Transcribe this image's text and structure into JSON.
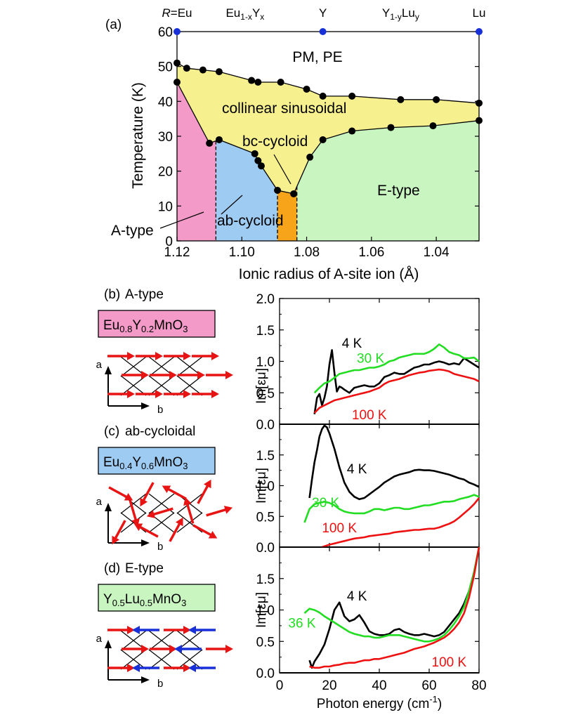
{
  "panel_a": {
    "label": "(a)",
    "top_labels": [
      {
        "x": 1.12,
        "parts": [
          {
            "t": "R",
            "it": true
          },
          {
            "t": "=Eu"
          }
        ]
      },
      {
        "x": 1.099,
        "parts": [
          {
            "t": "Eu"
          },
          {
            "t": "1-x",
            "sub": true
          },
          {
            "t": "Y"
          },
          {
            "t": "x",
            "sub": true
          }
        ]
      },
      {
        "x": 1.075,
        "parts": [
          {
            "t": "Y"
          }
        ]
      },
      {
        "x": 1.051,
        "parts": [
          {
            "t": "Y"
          },
          {
            "t": "1-y",
            "sub": true
          },
          {
            "t": "Lu"
          },
          {
            "t": "y",
            "sub": true
          }
        ]
      },
      {
        "x": 1.0268,
        "parts": [
          {
            "t": "Lu"
          }
        ]
      }
    ],
    "region_labels": {
      "pm_pe": "PM, PE",
      "collinear": "collinear sinusoidal",
      "bc_cycloid": "bc-cycloid",
      "e_type": "E-type",
      "ab_cycloid": "ab-cycloid",
      "a_type": "A-type"
    },
    "colors": {
      "pm_pe": "#ffffff",
      "collinear": "#f7f08e",
      "a_type": "#f49ac8",
      "ab_cycloid": "#9ecbf2",
      "bc_cycloid": "#f7a41a",
      "e_type": "#c9f5c1",
      "marker": "#000000",
      "top_marker": "#1830d8"
    },
    "chart_data": {
      "type": "scatter",
      "xlabel": "Ionic radius of A-site ion (Å)",
      "ylabel": "Temperature (K)",
      "xlim": [
        1.12,
        1.0268
      ],
      "ylim": [
        0,
        60
      ],
      "xticks": [
        1.12,
        1.1,
        1.08,
        1.06,
        1.04
      ],
      "xtick_labels": [
        "1.12",
        "1.10",
        "1.08",
        "1.06",
        "1.04"
      ],
      "yticks": [
        0,
        10,
        20,
        30,
        40,
        50,
        60
      ],
      "upper_transition": [
        [
          1.12,
          51
        ],
        [
          1.117,
          49.5
        ],
        [
          1.112,
          49
        ],
        [
          1.107,
          48.5
        ],
        [
          1.097,
          46
        ],
        [
          1.095,
          45.5
        ],
        [
          1.088,
          45.5
        ],
        [
          1.08,
          43.5
        ],
        [
          1.075,
          41.5
        ],
        [
          1.066,
          41.5
        ],
        [
          1.051,
          40.5
        ],
        [
          1.04,
          40.5
        ],
        [
          1.0268,
          39.5
        ]
      ],
      "lower_transition": [
        [
          1.12,
          45.5
        ],
        [
          1.11,
          28
        ],
        [
          1.107,
          29
        ],
        [
          1.096,
          25
        ],
        [
          1.095,
          23
        ],
        [
          1.094,
          21.5
        ],
        [
          1.089,
          14.5
        ],
        [
          1.084,
          13.5
        ],
        [
          1.079,
          24
        ],
        [
          1.075,
          29
        ],
        [
          1.066,
          31.5
        ],
        [
          1.054,
          32.5
        ],
        [
          1.041,
          33
        ],
        [
          1.0268,
          34.5
        ]
      ],
      "top_markers_x": [
        1.12,
        1.075,
        1.0268
      ],
      "boundaries": {
        "a_ab": 1.108,
        "ab_bc": 1.089,
        "bc_e": 1.083
      }
    }
  },
  "panels": [
    {
      "label": "(b)",
      "type_name": "A-type",
      "formula": [
        {
          "t": "Eu"
        },
        {
          "t": "0.8",
          "sub": true
        },
        {
          "t": "Y"
        },
        {
          "t": "0.2",
          "sub": true
        },
        {
          "t": "MnO"
        },
        {
          "t": "3",
          "sub": true
        }
      ],
      "formula_color": "#f49ac8",
      "axis_a": "a",
      "axis_b": "b",
      "spins": "a_type"
    },
    {
      "label": "(c)",
      "type_name": "ab-cycloidal",
      "formula": [
        {
          "t": "Eu"
        },
        {
          "t": "0.4",
          "sub": true
        },
        {
          "t": "Y"
        },
        {
          "t": "0.6",
          "sub": true
        },
        {
          "t": "MnO"
        },
        {
          "t": "3",
          "sub": true
        }
      ],
      "formula_color": "#9ecbf2",
      "axis_a": "a",
      "axis_b": "b",
      "spins": "ab_cycloid"
    },
    {
      "label": "(d)",
      "type_name": "E-type",
      "formula": [
        {
          "t": "Y"
        },
        {
          "t": "0.5",
          "sub": true
        },
        {
          "t": "Lu"
        },
        {
          "t": "0.5",
          "sub": true
        },
        {
          "t": "MnO"
        },
        {
          "t": "3",
          "sub": true
        }
      ],
      "formula_color": "#c9f5c1",
      "axis_a": "a",
      "axis_b": "b",
      "spins": "e_type"
    }
  ],
  "spectra_axes": {
    "xlabel": "Photon energy (cm",
    "xlabel_sup": "-1",
    "xlabel_end": ")",
    "ylabel": "Im[εμ]",
    "xlim": [
      0,
      80
    ],
    "xticks": [
      0,
      20,
      40,
      60,
      80
    ],
    "colors": {
      "4K": "#000000",
      "30K": "#22dd22",
      "100K": "#ee1111"
    }
  },
  "chart_data": [
    {
      "type": "line",
      "panel": "(b)",
      "xlabel": "Photon energy (cm-1)",
      "ylabel": "Im[εμ]",
      "xlim": [
        0,
        80
      ],
      "ylim": [
        0,
        2.0
      ],
      "yticks": [
        0.0,
        0.5,
        1.0,
        1.5,
        2.0
      ],
      "series": [
        {
          "name": "4 K",
          "color": "#000000",
          "label_pos": [
            25,
            1.22
          ],
          "x": [
            14,
            15,
            16,
            17,
            18,
            19,
            20,
            21,
            22,
            23,
            24,
            25,
            26,
            28,
            30,
            32,
            34,
            36,
            38,
            40,
            42,
            44,
            46,
            48,
            50,
            52,
            54,
            56,
            58,
            60,
            62,
            64,
            66,
            68,
            70,
            72,
            74,
            76,
            78,
            80
          ],
          "y": [
            0.16,
            0.42,
            0.48,
            0.3,
            0.42,
            0.6,
            0.95,
            1.18,
            0.82,
            0.52,
            0.6,
            0.58,
            0.55,
            0.5,
            0.58,
            0.6,
            0.62,
            0.6,
            0.6,
            0.65,
            0.75,
            0.78,
            0.82,
            0.8,
            0.8,
            0.85,
            0.9,
            0.92,
            0.95,
            0.95,
            0.98,
            1.0,
            0.98,
            0.95,
            0.97,
            0.95,
            1.05,
            1.0,
            0.95,
            0.9
          ]
        },
        {
          "name": "30 K",
          "color": "#22dd22",
          "label_pos": [
            31,
            0.98
          ],
          "x": [
            14,
            16,
            18,
            20,
            22,
            24,
            26,
            28,
            30,
            32,
            34,
            36,
            38,
            40,
            42,
            44,
            46,
            48,
            50,
            52,
            54,
            56,
            58,
            60,
            62,
            64,
            66,
            68,
            70,
            72,
            74,
            76,
            78,
            80
          ],
          "y": [
            0.5,
            0.58,
            0.65,
            0.68,
            0.74,
            0.8,
            0.82,
            0.84,
            0.86,
            0.86,
            0.88,
            0.9,
            0.9,
            0.92,
            0.95,
            1.0,
            1.02,
            1.06,
            1.08,
            1.1,
            1.12,
            1.12,
            1.12,
            1.15,
            1.2,
            1.27,
            1.22,
            1.15,
            1.12,
            1.1,
            1.05,
            1.05,
            1.06,
            1.0
          ]
        },
        {
          "name": "100 K",
          "color": "#ee1111",
          "label_pos": [
            29,
            0.08
          ],
          "x": [
            14,
            16,
            18,
            20,
            22,
            24,
            26,
            28,
            30,
            32,
            34,
            36,
            38,
            40,
            42,
            44,
            46,
            48,
            50,
            52,
            54,
            56,
            58,
            60,
            62,
            64,
            66,
            68,
            70,
            72,
            74,
            76,
            78,
            80
          ],
          "y": [
            0.18,
            0.26,
            0.3,
            0.34,
            0.38,
            0.4,
            0.42,
            0.44,
            0.46,
            0.48,
            0.5,
            0.52,
            0.55,
            0.58,
            0.64,
            0.68,
            0.7,
            0.72,
            0.75,
            0.78,
            0.8,
            0.82,
            0.83,
            0.85,
            0.86,
            0.87,
            0.86,
            0.84,
            0.8,
            0.78,
            0.76,
            0.74,
            0.72,
            0.68
          ]
        }
      ]
    },
    {
      "type": "line",
      "panel": "(c)",
      "xlabel": "Photon energy (cm-1)",
      "ylabel": "Im[εμ]",
      "xlim": [
        0,
        80
      ],
      "ylim": [
        0,
        2.0
      ],
      "yticks": [
        0.0,
        0.5,
        1.0,
        1.5
      ],
      "series": [
        {
          "name": "4 K",
          "color": "#000000",
          "label_pos": [
            27,
            1.2
          ],
          "x": [
            12,
            13,
            14,
            15,
            16,
            17,
            18,
            19,
            20,
            22,
            24,
            26,
            28,
            30,
            32,
            34,
            36,
            38,
            40,
            42,
            44,
            46,
            48,
            50,
            52,
            54,
            56,
            58,
            60,
            62,
            64,
            66,
            68,
            70,
            72,
            74,
            76,
            78,
            80
          ],
          "y": [
            0.8,
            1.1,
            1.38,
            1.58,
            1.8,
            1.92,
            1.98,
            1.95,
            1.85,
            1.6,
            1.3,
            1.05,
            0.9,
            0.82,
            0.78,
            0.8,
            0.86,
            0.92,
            0.98,
            1.05,
            1.1,
            1.15,
            1.18,
            1.2,
            1.22,
            1.25,
            1.26,
            1.25,
            1.25,
            1.24,
            1.22,
            1.2,
            1.18,
            1.15,
            1.12,
            1.1,
            1.05,
            1.02,
            0.98
          ]
        },
        {
          "name": "30 K",
          "color": "#22dd22",
          "label_pos": [
            13,
            0.65
          ],
          "x": [
            10,
            12,
            14,
            16,
            18,
            20,
            22,
            24,
            26,
            28,
            30,
            32,
            34,
            36,
            38,
            40,
            42,
            44,
            46,
            48,
            50,
            52,
            54,
            56,
            58,
            60,
            62,
            64,
            66,
            68,
            70,
            72,
            74,
            76,
            78,
            80
          ],
          "y": [
            0.4,
            0.62,
            0.7,
            0.72,
            0.74,
            0.72,
            0.68,
            0.62,
            0.58,
            0.56,
            0.55,
            0.55,
            0.55,
            0.58,
            0.62,
            0.62,
            0.6,
            0.62,
            0.64,
            0.64,
            0.62,
            0.62,
            0.64,
            0.66,
            0.68,
            0.68,
            0.7,
            0.72,
            0.74,
            0.74,
            0.75,
            0.78,
            0.8,
            0.82,
            0.85,
            0.82
          ]
        },
        {
          "name": "100 K",
          "color": "#ee1111",
          "label_pos": [
            17,
            0.24
          ],
          "x": [
            17,
            20,
            22,
            24,
            26,
            28,
            30,
            32,
            34,
            36,
            38,
            40,
            42,
            44,
            46,
            48,
            50,
            52,
            54,
            56,
            58,
            60,
            62,
            64,
            66,
            68,
            70,
            72,
            74,
            76,
            78,
            80
          ],
          "y": [
            0.0,
            0.04,
            0.06,
            0.08,
            0.1,
            0.12,
            0.14,
            0.15,
            0.16,
            0.18,
            0.19,
            0.2,
            0.21,
            0.22,
            0.24,
            0.25,
            0.26,
            0.27,
            0.28,
            0.28,
            0.29,
            0.3,
            0.3,
            0.32,
            0.35,
            0.38,
            0.42,
            0.48,
            0.55,
            0.62,
            0.7,
            0.8
          ]
        }
      ]
    },
    {
      "type": "line",
      "panel": "(d)",
      "xlabel": "Photon energy (cm-1)",
      "ylabel": "Im[εμ]",
      "xlim": [
        0,
        80
      ],
      "ylim": [
        0,
        2.0
      ],
      "yticks": [
        0.0,
        0.5,
        1.0,
        1.5
      ],
      "series": [
        {
          "name": "4 K",
          "color": "#000000",
          "label_pos": [
            27,
            1.15
          ],
          "x": [
            12,
            13,
            14,
            16,
            18,
            20,
            22,
            24,
            26,
            28,
            30,
            32,
            34,
            36,
            38,
            40,
            42,
            44,
            46,
            48,
            50,
            52,
            54,
            56,
            58,
            60,
            62,
            64,
            66,
            68,
            70,
            72,
            74,
            76,
            78,
            80
          ],
          "y": [
            0.2,
            0.08,
            0.18,
            0.3,
            0.45,
            0.7,
            1.0,
            1.12,
            0.9,
            0.82,
            0.85,
            0.92,
            0.8,
            0.66,
            0.62,
            0.6,
            0.6,
            0.62,
            0.68,
            0.7,
            0.65,
            0.62,
            0.6,
            0.6,
            0.62,
            0.6,
            0.58,
            0.6,
            0.65,
            0.75,
            0.85,
            0.95,
            1.1,
            1.3,
            1.6,
            2.0
          ]
        },
        {
          "name": "36 K",
          "color": "#22dd22",
          "label_pos": [
            3.5,
            0.72
          ],
          "x": [
            10,
            12,
            14,
            16,
            18,
            20,
            22,
            24,
            26,
            28,
            30,
            32,
            34,
            36,
            38,
            40,
            42,
            44,
            46,
            48,
            50,
            52,
            54,
            56,
            58,
            60,
            62,
            64,
            66,
            68,
            70,
            72,
            74,
            76,
            78,
            80
          ],
          "y": [
            0.95,
            1.02,
            1.0,
            0.96,
            0.9,
            0.85,
            0.8,
            0.75,
            0.7,
            0.65,
            0.62,
            0.6,
            0.58,
            0.58,
            0.56,
            0.56,
            0.58,
            0.6,
            0.6,
            0.6,
            0.58,
            0.56,
            0.54,
            0.52,
            0.5,
            0.5,
            0.52,
            0.55,
            0.6,
            0.68,
            0.78,
            0.9,
            1.05,
            1.3,
            1.6,
            2.0
          ]
        },
        {
          "name": "100 K",
          "color": "#ee1111",
          "label_pos": [
            61,
            0.1
          ],
          "x": [
            12,
            14,
            16,
            18,
            20,
            22,
            24,
            26,
            28,
            30,
            32,
            34,
            36,
            38,
            40,
            42,
            44,
            46,
            48,
            50,
            52,
            54,
            56,
            58,
            60,
            62,
            64,
            66,
            68,
            70,
            72,
            74,
            76,
            78,
            80
          ],
          "y": [
            0.1,
            0.08,
            0.08,
            0.1,
            0.1,
            0.12,
            0.13,
            0.15,
            0.16,
            0.16,
            0.18,
            0.2,
            0.2,
            0.22,
            0.22,
            0.24,
            0.26,
            0.28,
            0.3,
            0.32,
            0.35,
            0.38,
            0.4,
            0.42,
            0.45,
            0.48,
            0.52,
            0.56,
            0.62,
            0.7,
            0.8,
            0.95,
            1.2,
            1.55,
            2.0
          ]
        }
      ]
    }
  ]
}
